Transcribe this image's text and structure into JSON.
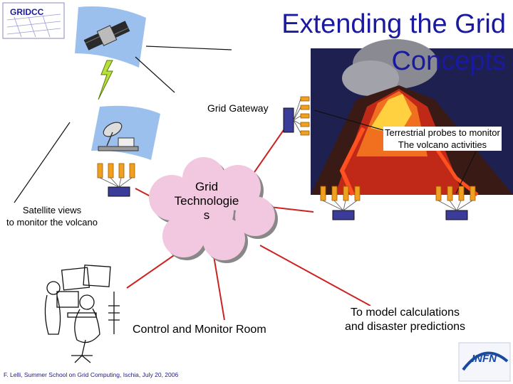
{
  "title": "Extending the Grid Concepts",
  "logo": {
    "text": "GRIDCC"
  },
  "labels": {
    "grid_gateway": "Grid Gateway",
    "terrestrial_probes_line1": "Terrestrial probes to monitor",
    "terrestrial_probes_line2": "The volcano activities",
    "satellite_line1": "Satellite views",
    "satellite_line2": "to monitor the volcano",
    "grid_technologies_line1": "Grid",
    "grid_technologies_line2": "Technologie",
    "grid_technologies_line3": "s",
    "control_room": "Control and Monitor  Room",
    "model_line1": "To model calculations",
    "model_line2": "and disaster predictions"
  },
  "footer": "F. Lelli, Summer School on Grid Computing, Ischia, July 20, 2006",
  "infn_logo": {
    "text": "INFN"
  },
  "colors": {
    "title": "#1a1aa0",
    "connector_red": "#cc2222",
    "connector_black": "#111111",
    "probe_orange": "#f0a020",
    "gateway_blue": "#3b3b9a",
    "cloud_pink": "#f2c8e0",
    "sky_blue": "#9cc0ee"
  }
}
